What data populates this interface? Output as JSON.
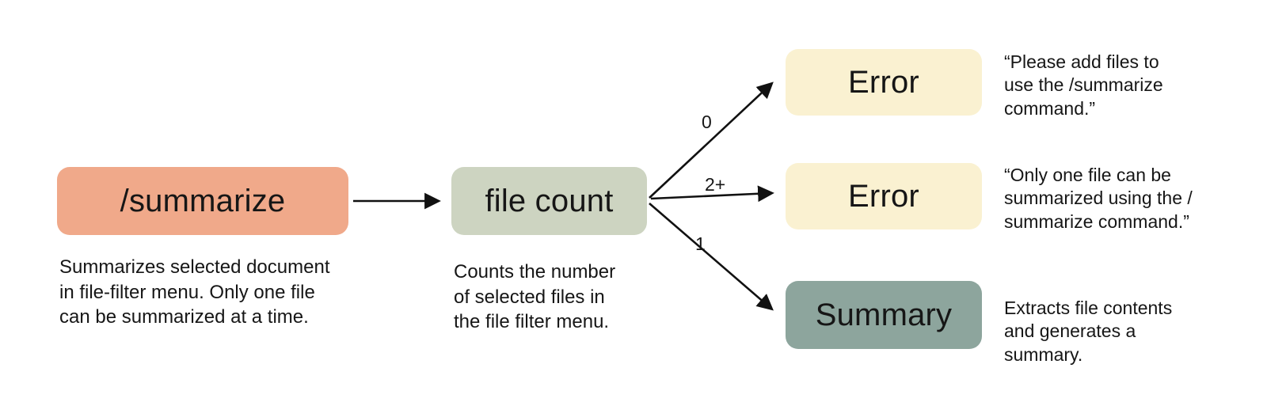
{
  "diagram": {
    "type": "flowchart",
    "nodes": {
      "summarize": {
        "label": "/summarize",
        "caption": "Summarizes selected document\nin file-filter menu. Only one file\ncan be summarized at a time.",
        "color": "#f0a98a"
      },
      "file_count": {
        "label": "file count",
        "caption": "Counts the number\nof selected files in\nthe file filter menu.",
        "color": "#cdd4c1"
      },
      "error_zero": {
        "label": "Error",
        "note": "“Please add files to\nuse the /summarize\ncommand.”",
        "color": "#faf1d1"
      },
      "error_multi": {
        "label": "Error",
        "note": "“Only one file can be\nsummarized using the /\nsummarize command.”",
        "color": "#faf1d1"
      },
      "summary": {
        "label": "Summary",
        "note": "Extracts file contents\nand generates a\nsummary.",
        "color": "#8da59d"
      }
    },
    "edges": [
      {
        "from": "summarize",
        "to": "file_count",
        "label": ""
      },
      {
        "from": "file_count",
        "to": "error_zero",
        "label": "0"
      },
      {
        "from": "file_count",
        "to": "error_multi",
        "label": "2+"
      },
      {
        "from": "file_count",
        "to": "summary",
        "label": "1"
      }
    ],
    "edge_labels": {
      "zero": "0",
      "multi": "2+",
      "one": "1"
    },
    "colors": {
      "arrow": "#111111",
      "text": "#161616",
      "background": "#ffffff"
    }
  }
}
